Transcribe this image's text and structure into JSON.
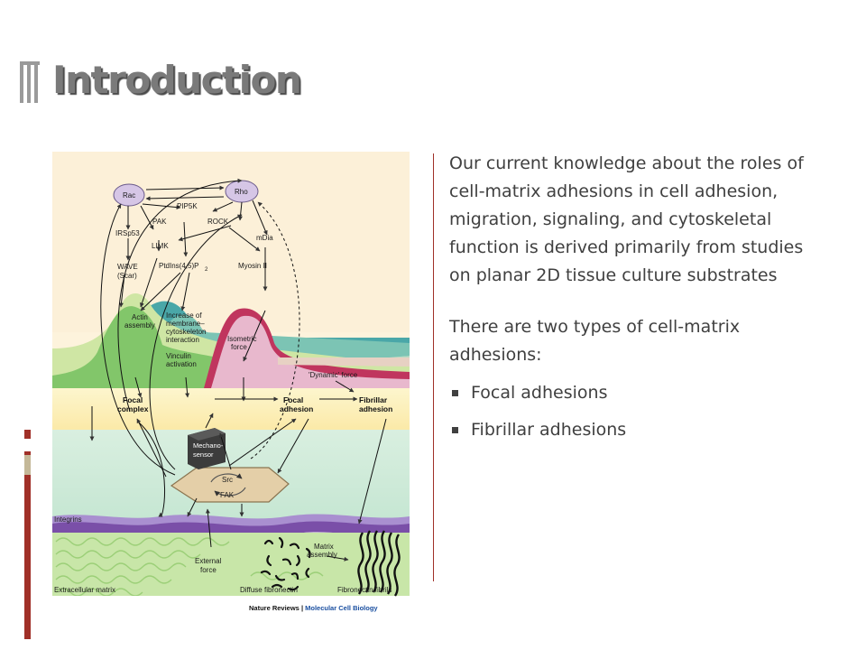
{
  "slide": {
    "title": "Introduction",
    "paragraph_1": "Our current knowledge about the roles of cell-matrix adhesions in cell adhesion, migration, signaling, and cytoskeletal function is derived primarily from studies on planar 2D tissue culture substrates",
    "paragraph_2": "There are two types of cell-matrix adhesions:",
    "bullets": [
      "Focal adhesions",
      "Fibrillar adhesions"
    ]
  },
  "diagram": {
    "nodes": {
      "rac": "Rac",
      "rho": "Rho",
      "pip5k": "PIP5K",
      "pak": "PAK",
      "rock": "ROCK",
      "irsp53": "IRSp53",
      "limk": "LIMK",
      "mdia": "mDia",
      "wave": "WAVE",
      "scar": "(Scar)",
      "ptdins_a": "PtdIns(4,5)P",
      "ptdins_b": "2",
      "myosin": "Myosin II",
      "actin_a": "Actin",
      "actin_b": "assembly",
      "increase_a": "Increase of",
      "increase_b": "membrane–",
      "increase_c": "cytoskeleton",
      "increase_d": "interaction",
      "vinculin_a": "Vinculin",
      "vinculin_b": "activation",
      "isometric_a": "Isometric",
      "isometric_b": "force",
      "dynamic": "'Dynamic' force",
      "focal_complex_a": "Focal",
      "focal_complex_b": "complex",
      "focal_adhesion_a": "Focal",
      "focal_adhesion_b": "adhesion",
      "fibrillar_adhesion_a": "Fibrillar",
      "fibrillar_adhesion_b": "adhesion",
      "mechano_a": "Mechano-",
      "mechano_b": "sensor",
      "src": "Src",
      "fak": "FAK",
      "integrins": "Integrins",
      "matrix_assembly_a": "Matrix",
      "matrix_assembly_b": "assembly",
      "external_a": "External",
      "external_b": "force",
      "ecm": "Extracellular matrix",
      "diffuse": "Diffuse fibronectin",
      "fibrils": "Fibronectin fibrils",
      "credit_a": "Nature Reviews",
      "credit_sep": " | ",
      "credit_b": "Molecular Cell Biology"
    }
  },
  "colors": {
    "title": "#7a7a7a",
    "body_text": "#404040",
    "accent_red": "#a03028",
    "accent_tan": "#c4b898",
    "divider": "#a03028"
  }
}
